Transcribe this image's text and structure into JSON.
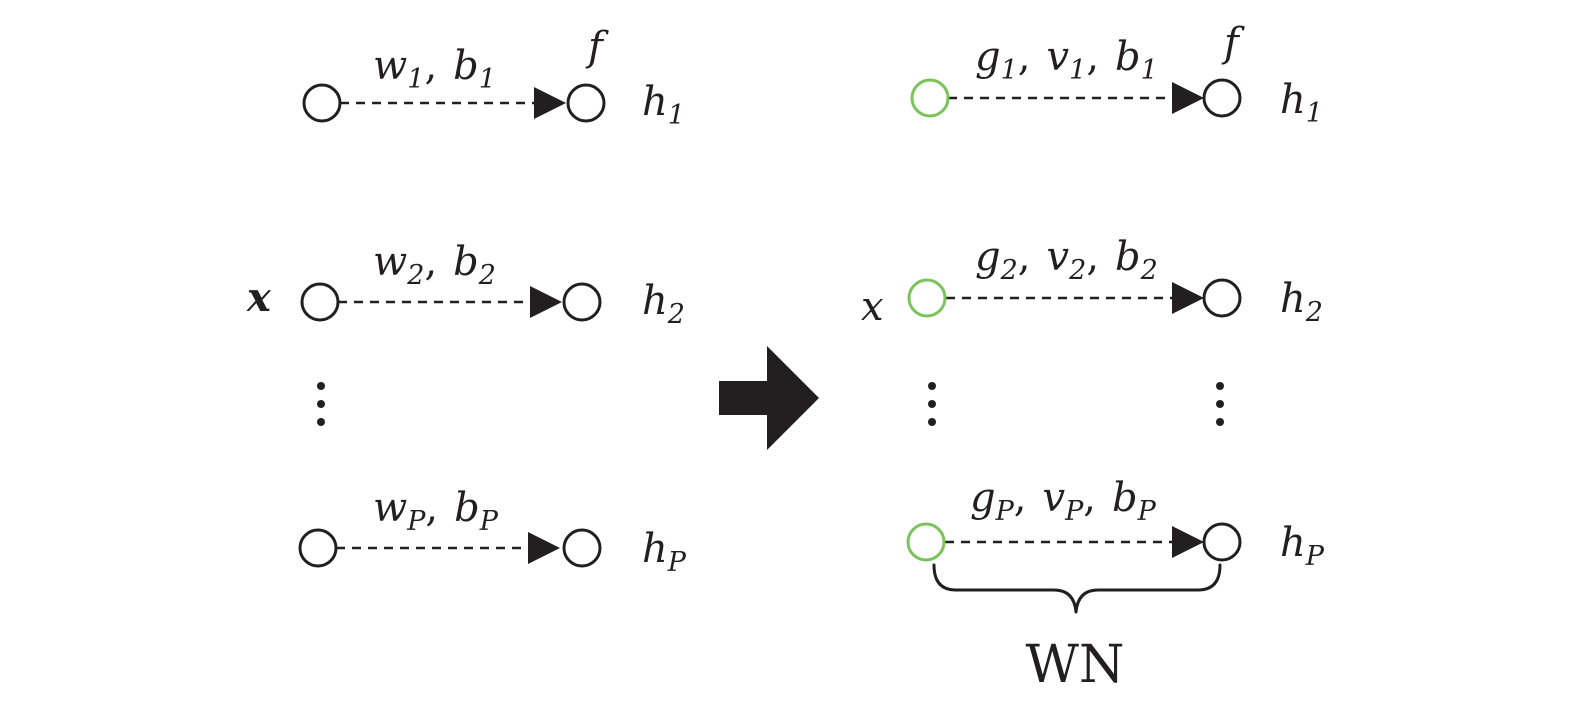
{
  "colors": {
    "ink": "#231f20",
    "input_node_highlight": "#7cc35c"
  },
  "left": {
    "input_label": "x",
    "activation": "f",
    "edges": [
      {
        "param1": "w",
        "param1_sub": "1",
        "param2": "b",
        "param2_sub": "1",
        "output": "h",
        "output_sub": "1"
      },
      {
        "param1": "w",
        "param1_sub": "2",
        "param2": "b",
        "param2_sub": "2",
        "output": "h",
        "output_sub": "2"
      },
      {
        "param1": "w",
        "param1_sub": "P",
        "param2": "b",
        "param2_sub": "P",
        "output": "h",
        "output_sub": "P"
      }
    ]
  },
  "transform_arrow": "right-arrow",
  "right": {
    "input_label": "x",
    "activation": "f",
    "edges": [
      {
        "param1": "g",
        "param1_sub": "1",
        "param2": "v",
        "param2_sub": "1",
        "param3": "b",
        "param3_sub": "1",
        "output": "h",
        "output_sub": "1"
      },
      {
        "param1": "g",
        "param1_sub": "2",
        "param2": "v",
        "param2_sub": "2",
        "param3": "b",
        "param3_sub": "2",
        "output": "h",
        "output_sub": "2"
      },
      {
        "param1": "g",
        "param1_sub": "P",
        "param2": "v",
        "param2_sub": "P",
        "param3": "b",
        "param3_sub": "P",
        "output": "h",
        "output_sub": "P"
      }
    ],
    "brace_label": "WN"
  },
  "separator": ","
}
